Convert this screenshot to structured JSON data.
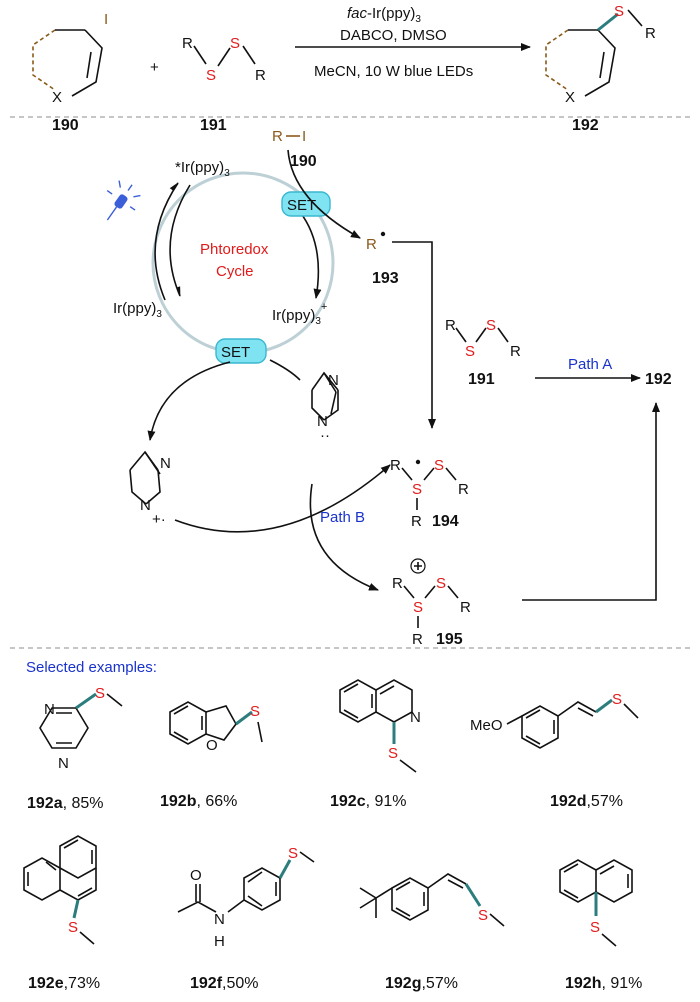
{
  "reaction": {
    "reagent_line1_italic": "fac",
    "reagent_line1_rest": "-Ir(ppy)",
    "reagent_line1_sub": "3",
    "reagent_line2": "DABCO, DMSO",
    "reagent_line3": "MeCN, 10 W blue LEDs",
    "reactant_label": "190",
    "disulfide_label": "191",
    "product_label": "192",
    "iodo": "I",
    "x_atom": "X",
    "r": "R",
    "s": "S",
    "plus": "+"
  },
  "mechanism": {
    "ri_r": "R",
    "ri_i": "I",
    "ri_label": "190",
    "cycle_line1": "Phtoredox",
    "cycle_line2": "Cycle",
    "ir_excited": "*Ir(ppy)",
    "ir_ground": "Ir(ppy)",
    "ir_oxidized": "Ir(ppy)",
    "sub3": "3",
    "plus": "+",
    "set": "SET",
    "radical_r": "R",
    "radical_label": "193",
    "disulfide_label": "191",
    "path_a": "Path A",
    "path_b": "Path B",
    "product_label": "192",
    "adduct_label": "194",
    "cation_label": "195",
    "n": "N",
    "lone_pair": "··",
    "radical_cation": "+·"
  },
  "examples": {
    "heading": "Selected examples:",
    "items": [
      {
        "id": "192a",
        "yield": ", 85%"
      },
      {
        "id": "192b",
        "yield": ", 66%"
      },
      {
        "id": "192c",
        "yield": ", 91%"
      },
      {
        "id": "192d",
        "yield": ",57%"
      },
      {
        "id": "192e",
        "yield": ",73%"
      },
      {
        "id": "192f",
        "yield": ",50%"
      },
      {
        "id": "192g",
        "yield": ",57%"
      },
      {
        "id": "192h",
        "yield": ", 91%"
      }
    ],
    "atoms": {
      "N": "N",
      "O": "O",
      "S": "S",
      "MeO": "MeO",
      "H": "H"
    }
  }
}
